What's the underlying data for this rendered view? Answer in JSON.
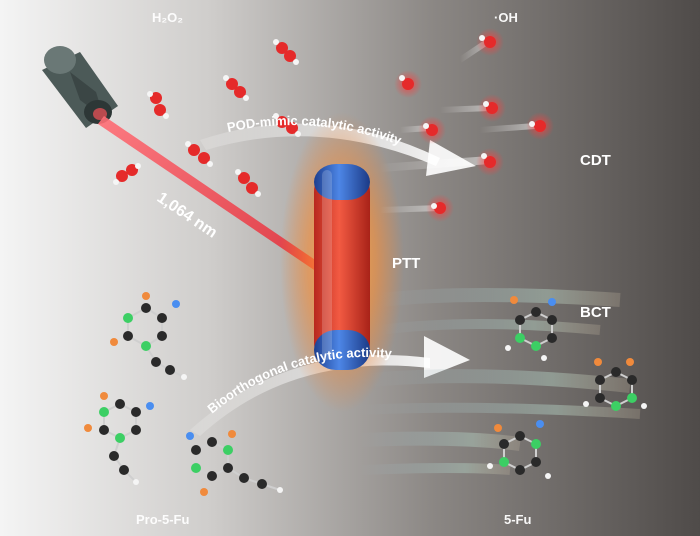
{
  "labels": {
    "h2o2": "H₂O₂",
    "oh": "·OH",
    "cdt": "CDT",
    "ptt": "PTT",
    "bct": "BCT",
    "laser": "1,064 nm",
    "pod_activity": "POD-mimic catalytic activity",
    "bio_activity": "Bioorthogonal catalytic activity",
    "prodrug": "Pro-5-Fu",
    "drug": "5-Fu"
  },
  "colors": {
    "background_left": "#f2f2f2",
    "background_right": "#565250",
    "laser": "#e8434a",
    "rod_blue": "#2f63c7",
    "rod_red": "#e84032",
    "glow": "#ff9a2e",
    "atom_oxygen": "#e52a2a",
    "atom_hydrogen": "#f5f5f5",
    "atom_carbon": "#2a2a2a",
    "atom_nitrogen": "#3ccf64",
    "atom_orange": "#f08a3c",
    "atom_blue": "#4a8ef0"
  },
  "icons": [
    "laser-emitter-icon",
    "nanorod-icon",
    "h2o2-molecule-icon",
    "hydroxyl-radical-icon",
    "prodrug-molecule-icon",
    "5-fu-molecule-icon"
  ]
}
